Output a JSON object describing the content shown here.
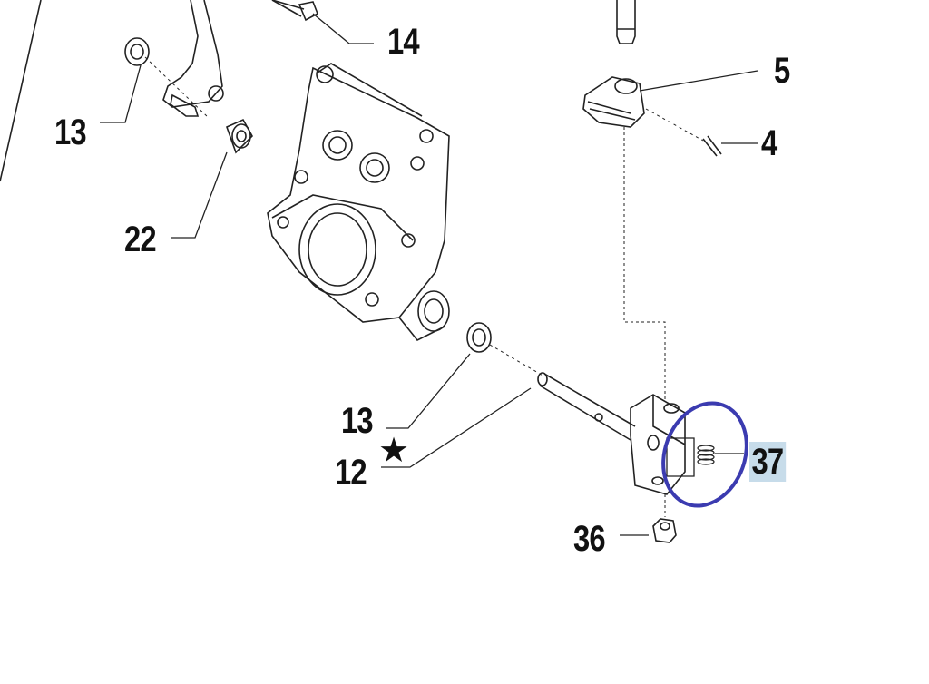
{
  "diagram": {
    "callouts": [
      {
        "id": "14",
        "label": "14"
      },
      {
        "id": "13a",
        "label": "13"
      },
      {
        "id": "5",
        "label": "5"
      },
      {
        "id": "4",
        "label": "4"
      },
      {
        "id": "22",
        "label": "22"
      },
      {
        "id": "13b",
        "label": "13"
      },
      {
        "id": "12",
        "label": "12"
      },
      {
        "id": "37",
        "label": "37",
        "highlighted": true
      },
      {
        "id": "36",
        "label": "36"
      }
    ],
    "star_symbol": "★",
    "highlight_color": "#c7dcea",
    "circle_color": "#3b3bb0"
  }
}
